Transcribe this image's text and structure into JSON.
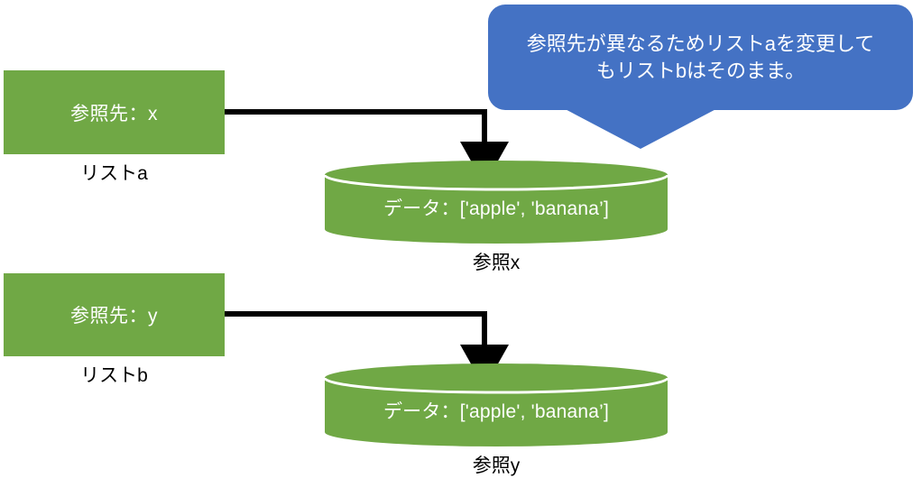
{
  "diagram": {
    "title": "Python list reference diagram",
    "colors": {
      "green": "#70A845",
      "green_dark": "#6B9E42",
      "blue": "#4472C4",
      "arrow": "#000000",
      "text_on_fill": "#FFFFFF",
      "text_plain": "#000000",
      "background": "#FFFFFF"
    },
    "boxes": [
      {
        "id": "a",
        "text": "参照先：x",
        "caption": "リストa"
      },
      {
        "id": "b",
        "text": "参照先：y",
        "caption": "リストb"
      }
    ],
    "cylinders": [
      {
        "id": "x",
        "text": "データ：['apple', 'banana’]",
        "caption": "参照x"
      },
      {
        "id": "y",
        "text": "データ：['apple', 'banana’]",
        "caption": "参照y"
      }
    ],
    "callout": {
      "line1": "参照先が異なるためリストaを変更して",
      "line2": "もリストbはそのまま。"
    },
    "connectors": [
      {
        "id": "a-to-x",
        "from": "ref-box-a",
        "to": "cylinder-x"
      },
      {
        "id": "b-to-y",
        "from": "ref-box-b",
        "to": "cylinder-y"
      }
    ]
  }
}
